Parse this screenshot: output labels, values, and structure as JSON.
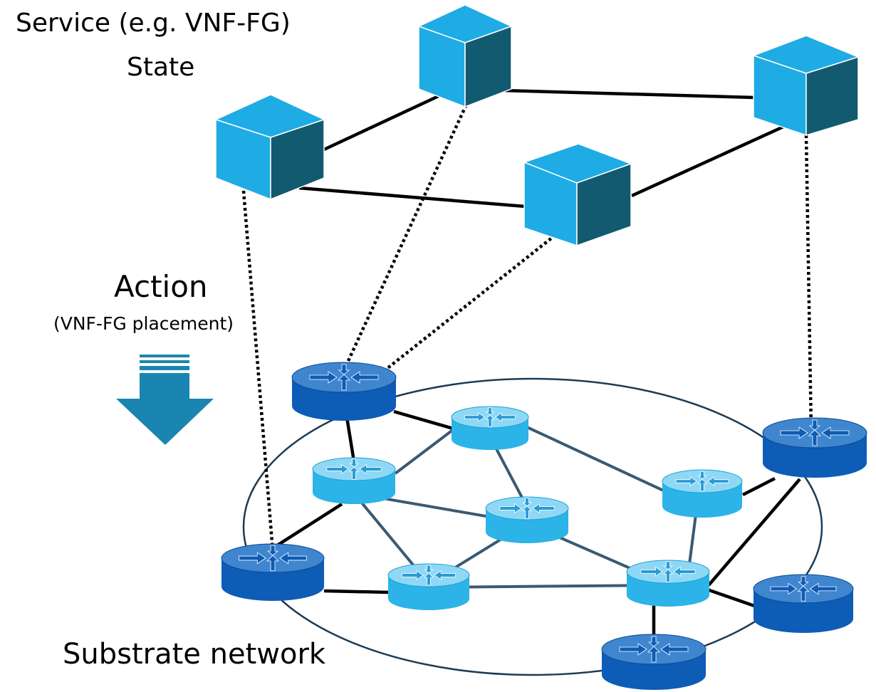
{
  "labels": {
    "service": "Service (e.g. VNF-FG)",
    "state": "State",
    "action": "Action",
    "placement": "(VNF-FG placement)",
    "substrate": "Substrate network"
  },
  "colors": {
    "cube_front": "#1fabe4",
    "cube_side": "#125a70",
    "cube_top": "#1fabe4",
    "router_dark_top": "#3f86cf",
    "router_dark_body": "#0d5cb6",
    "router_light_top": "#8fd8f5",
    "router_light_body": "#2cb3e8",
    "arrow": "#1a85b0",
    "link_core": "#000000",
    "link_inner": "#3a5a72",
    "ellipse": "#1c3c55"
  },
  "icons": {
    "vnf": "cube-icon",
    "router": "router-icon",
    "action_arrow": "down-arrow-icon"
  }
}
